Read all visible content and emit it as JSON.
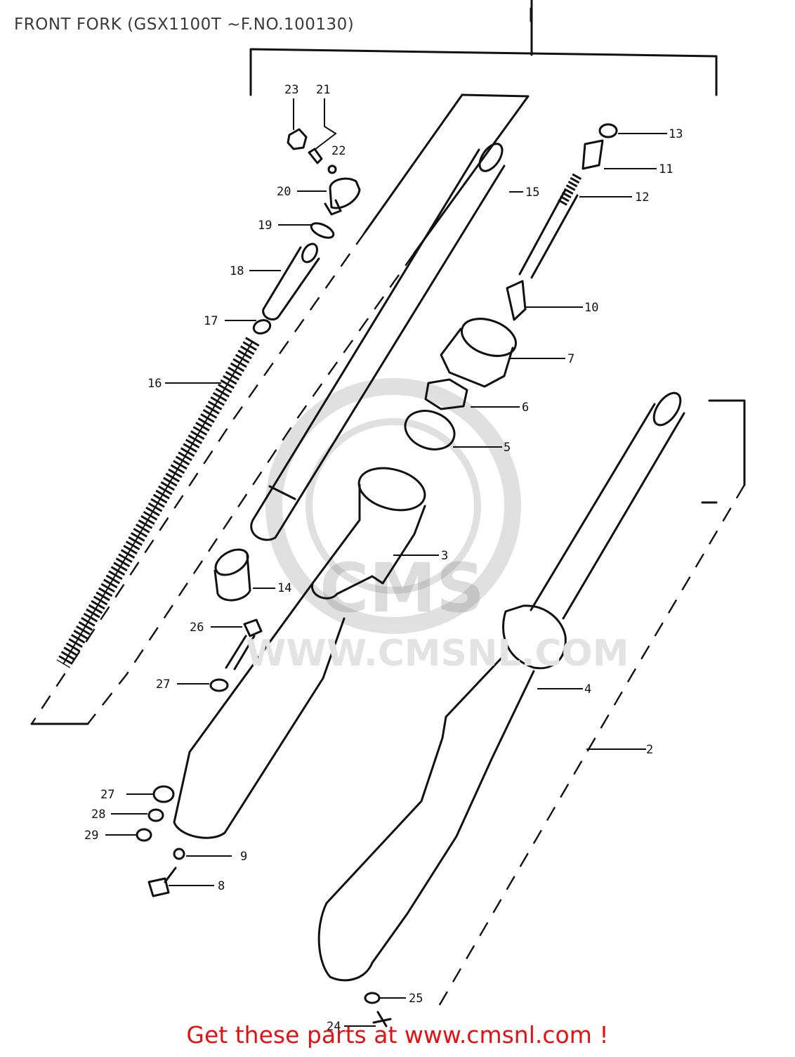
{
  "diagram": {
    "title": "FRONT FORK (GSX1100T ~F.NO.100130)",
    "watermark": "WWW.CMSNL.COM",
    "footer_link": "Get these parts at www.cmsnl.com !",
    "callouts": [
      "2",
      "3",
      "4",
      "5",
      "6",
      "7",
      "8",
      "9",
      "10",
      "11",
      "12",
      "13",
      "14",
      "15",
      "16",
      "17",
      "18",
      "19",
      "20",
      "21",
      "22",
      "23",
      "24",
      "25",
      "26",
      "27",
      "27",
      "28",
      "29"
    ],
    "colors": {
      "ink": "#111111",
      "footer": "#e31212",
      "watermark": "#e3e3e3"
    }
  }
}
